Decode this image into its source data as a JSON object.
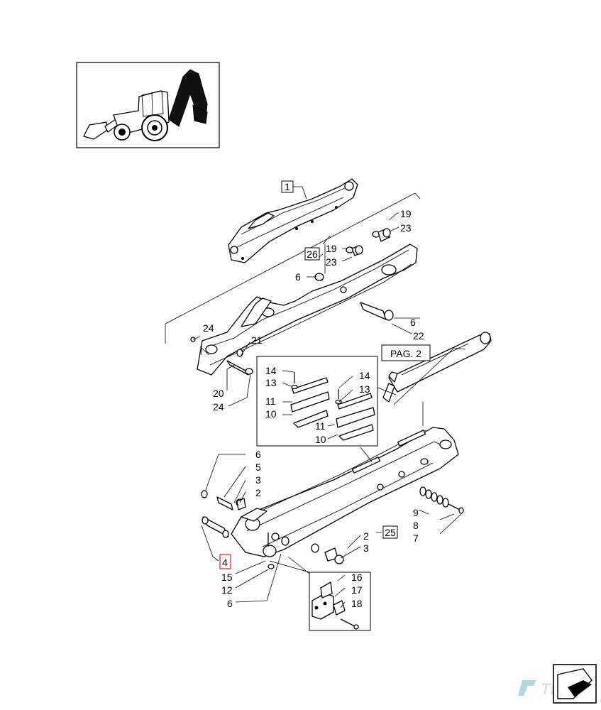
{
  "diagram": {
    "callout_labels": {
      "c1": "1",
      "c26": "26",
      "c25": "25",
      "pag2": "PAG. 2",
      "highlighted": "4"
    },
    "labels": {
      "l19a": "19",
      "l23a": "23",
      "l19b": "19",
      "l23b": "23",
      "l6a": "6",
      "l6b": "6",
      "l22": "22",
      "l24a": "24",
      "l21": "21",
      "l20": "20",
      "l24b": "24",
      "l14a": "14",
      "l13a": "13",
      "l11a": "11",
      "l10a": "10",
      "l14b": "14",
      "l13b": "13",
      "l11b": "11",
      "l10b": "10",
      "l6c": "6",
      "l5": "5",
      "l3a": "3",
      "l2a": "2",
      "l15": "15",
      "l12": "12",
      "l6d": "6",
      "l2b": "2",
      "l3b": "3",
      "l9": "9",
      "l8": "8",
      "l7": "7",
      "l16": "16",
      "l17": "17",
      "l18": "18"
    },
    "watermark": "TDC",
    "highlight_color": "#e02020"
  }
}
